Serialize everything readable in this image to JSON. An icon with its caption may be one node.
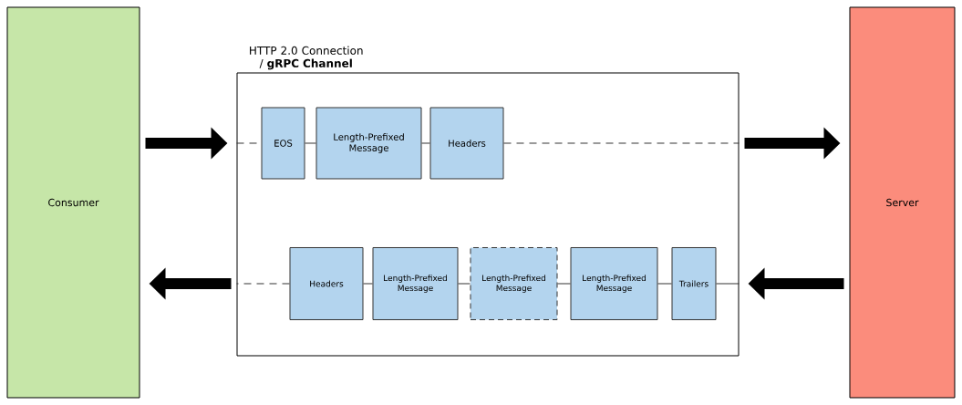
{
  "diagram": {
    "nodes": [
      {
        "text": [
          "Consumer"
        ]
      },
      {
        "text": [
          "Server"
        ]
      },
      {
        "text": [
          "HTTP 2.0 Connection / **gRPC Channel**"
        ]
      },
      {
        "text": [
          "EOS"
        ],
        "in": 2
      },
      {
        "text": [
          "Length-Prefixed Message"
        ],
        "in": 2
      },
      {
        "text": [
          "Headers"
        ],
        "in": 2
      },
      {
        "text": [
          "Headers"
        ],
        "in": 2
      },
      {
        "text": [
          "Length-Prefixed Message"
        ],
        "in": 2
      },
      {
        "text": [
          "Length-Prefixed Message"
        ],
        "in": 2
      },
      {
        "text": [
          "Length-Prefixed Message"
        ],
        "in": 2
      },
      {
        "text": [
          "Trailers"
        ],
        "in": 2
      }
    ],
    "edges": [
      {
        "from": 0,
        "to": 2,
        "arrow": "to",
        "style": "thick"
      },
      {
        "from": 2,
        "to": 3,
        "arrow": "none",
        "style": "dashed"
      },
      {
        "from": 3,
        "to": 4,
        "arrow": "none"
      },
      {
        "from": 4,
        "to": 5,
        "arrow": "none"
      },
      {
        "from": 5,
        "to": 2,
        "arrow": "none",
        "style": "dashed"
      },
      {
        "from": 2,
        "to": 1,
        "arrow": "to",
        "style": "thick"
      },
      {
        "from": 1,
        "to": 2,
        "arrow": "to",
        "style": "thick"
      },
      {
        "from": 10,
        "to": 2,
        "arrow": "none"
      },
      {
        "from": 10,
        "to": 9,
        "arrow": "none"
      },
      {
        "from": 9,
        "to": 8,
        "arrow": "none"
      },
      {
        "from": 8,
        "to": 7,
        "arrow": "none"
      },
      {
        "from": 7,
        "to": 6,
        "arrow": "none"
      },
      {
        "from": 6,
        "to": 2,
        "arrow": "none",
        "style": "dashed"
      },
      {
        "from": 2,
        "to": 0,
        "arrow": "to",
        "style": "thick"
      }
    ]
  }
}
